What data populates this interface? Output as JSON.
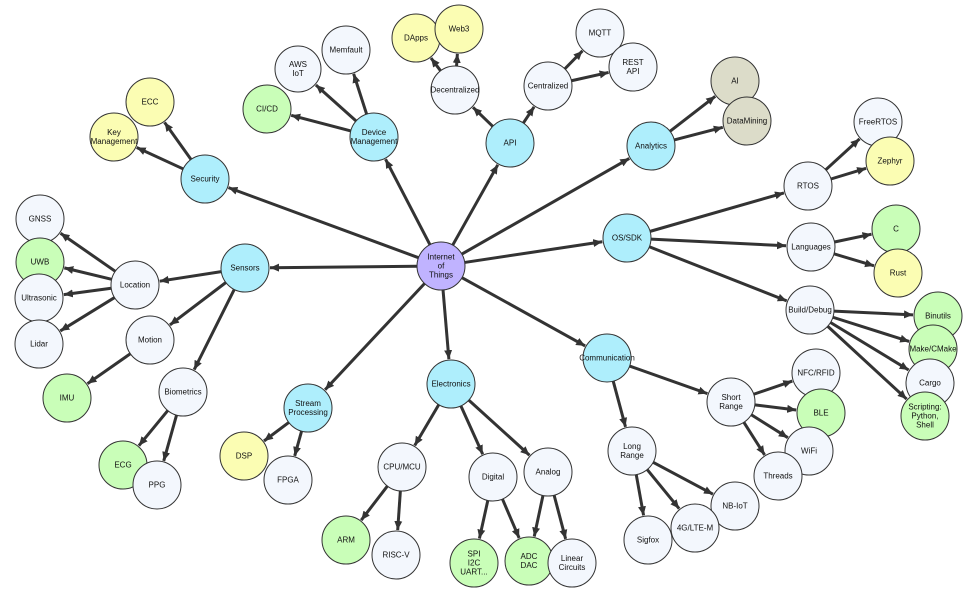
{
  "colors": {
    "root": "#c0b3ff",
    "hub": "#aeeefc",
    "plain": "#f3f7fd",
    "green": "#c9feb8",
    "yellow": "#fbfdb3",
    "gray": "#dcdcc9",
    "edge": "#333333"
  },
  "nodes": [
    {
      "id": "iot",
      "lines": [
        "Internet",
        "of",
        "Things"
      ],
      "color": "root"
    },
    {
      "id": "security",
      "lines": [
        "Security"
      ],
      "color": "hub"
    },
    {
      "id": "ecc",
      "lines": [
        "ECC"
      ],
      "color": "yellow"
    },
    {
      "id": "keymgmt",
      "lines": [
        "Key",
        "Management"
      ],
      "color": "yellow"
    },
    {
      "id": "devmgmt",
      "lines": [
        "Device",
        "Management"
      ],
      "color": "hub"
    },
    {
      "id": "awsiot",
      "lines": [
        "AWS",
        "IoT"
      ],
      "color": "plain"
    },
    {
      "id": "memfault",
      "lines": [
        "Memfault"
      ],
      "color": "plain"
    },
    {
      "id": "cicd",
      "lines": [
        "CI/CD"
      ],
      "color": "green"
    },
    {
      "id": "api",
      "lines": [
        "API"
      ],
      "color": "hub"
    },
    {
      "id": "decentralized",
      "lines": [
        "Decentralized"
      ],
      "color": "plain"
    },
    {
      "id": "dapps",
      "lines": [
        "DApps"
      ],
      "color": "yellow"
    },
    {
      "id": "web3",
      "lines": [
        "Web3"
      ],
      "color": "yellow"
    },
    {
      "id": "centralized",
      "lines": [
        "Centralized"
      ],
      "color": "plain"
    },
    {
      "id": "mqtt",
      "lines": [
        "MQTT"
      ],
      "color": "plain"
    },
    {
      "id": "rest",
      "lines": [
        "REST",
        "API"
      ],
      "color": "plain"
    },
    {
      "id": "analytics",
      "lines": [
        "Analytics"
      ],
      "color": "hub"
    },
    {
      "id": "ai",
      "lines": [
        "AI"
      ],
      "color": "gray"
    },
    {
      "id": "datamining",
      "lines": [
        "DataMining"
      ],
      "color": "gray"
    },
    {
      "id": "ossdk",
      "lines": [
        "OS/SDK"
      ],
      "color": "hub"
    },
    {
      "id": "rtos",
      "lines": [
        "RTOS"
      ],
      "color": "plain"
    },
    {
      "id": "freertos",
      "lines": [
        "FreeRTOS"
      ],
      "color": "plain"
    },
    {
      "id": "zephyr",
      "lines": [
        "Zephyr"
      ],
      "color": "yellow"
    },
    {
      "id": "languages",
      "lines": [
        "Languages"
      ],
      "color": "plain"
    },
    {
      "id": "c",
      "lines": [
        "C"
      ],
      "color": "green"
    },
    {
      "id": "rust",
      "lines": [
        "Rust"
      ],
      "color": "yellow"
    },
    {
      "id": "builddebug",
      "lines": [
        "Build/Debug"
      ],
      "color": "plain"
    },
    {
      "id": "binutils",
      "lines": [
        "Binutils"
      ],
      "color": "green"
    },
    {
      "id": "makecmake",
      "lines": [
        "Make/CMake"
      ],
      "color": "green"
    },
    {
      "id": "cargo",
      "lines": [
        "Cargo"
      ],
      "color": "plain"
    },
    {
      "id": "scripting",
      "lines": [
        "Scripting:",
        "Python,",
        "Shell"
      ],
      "color": "green"
    },
    {
      "id": "communication",
      "lines": [
        "Communication"
      ],
      "color": "hub"
    },
    {
      "id": "shortrange",
      "lines": [
        "Short",
        "Range"
      ],
      "color": "plain"
    },
    {
      "id": "nfcrfid",
      "lines": [
        "NFC/RFID"
      ],
      "color": "plain"
    },
    {
      "id": "ble",
      "lines": [
        "BLE"
      ],
      "color": "green"
    },
    {
      "id": "wifi",
      "lines": [
        "WiFi"
      ],
      "color": "plain"
    },
    {
      "id": "threads",
      "lines": [
        "Threads"
      ],
      "color": "plain"
    },
    {
      "id": "longrange",
      "lines": [
        "Long",
        "Range"
      ],
      "color": "plain"
    },
    {
      "id": "nbiot",
      "lines": [
        "NB-IoT"
      ],
      "color": "plain"
    },
    {
      "id": "lte",
      "lines": [
        "4G/LTE-M"
      ],
      "color": "plain"
    },
    {
      "id": "sigfox",
      "lines": [
        "Sigfox"
      ],
      "color": "plain"
    },
    {
      "id": "electronics",
      "lines": [
        "Electronics"
      ],
      "color": "hub"
    },
    {
      "id": "cpumcu",
      "lines": [
        "CPU/MCU"
      ],
      "color": "plain"
    },
    {
      "id": "arm",
      "lines": [
        "ARM"
      ],
      "color": "green"
    },
    {
      "id": "riscv",
      "lines": [
        "RISC-V"
      ],
      "color": "plain"
    },
    {
      "id": "digital",
      "lines": [
        "Digital"
      ],
      "color": "plain"
    },
    {
      "id": "spi",
      "lines": [
        "SPI",
        "I2C",
        "UART..."
      ],
      "color": "green"
    },
    {
      "id": "analog",
      "lines": [
        "Analog"
      ],
      "color": "plain"
    },
    {
      "id": "adcdac",
      "lines": [
        "ADC",
        "DAC"
      ],
      "color": "green"
    },
    {
      "id": "linear",
      "lines": [
        "Linear",
        "Circuits"
      ],
      "color": "plain"
    },
    {
      "id": "streamproc",
      "lines": [
        "Stream",
        "Processing"
      ],
      "color": "hub"
    },
    {
      "id": "dsp",
      "lines": [
        "DSP"
      ],
      "color": "yellow"
    },
    {
      "id": "fpga",
      "lines": [
        "FPGA"
      ],
      "color": "plain"
    },
    {
      "id": "sensors",
      "lines": [
        "Sensors"
      ],
      "color": "hub"
    },
    {
      "id": "location",
      "lines": [
        "Location"
      ],
      "color": "plain"
    },
    {
      "id": "gnss",
      "lines": [
        "GNSS"
      ],
      "color": "plain"
    },
    {
      "id": "uwb",
      "lines": [
        "UWB"
      ],
      "color": "green"
    },
    {
      "id": "ultrasonic",
      "lines": [
        "Ultrasonic"
      ],
      "color": "plain"
    },
    {
      "id": "lidar",
      "lines": [
        "Lidar"
      ],
      "color": "plain"
    },
    {
      "id": "motion",
      "lines": [
        "Motion"
      ],
      "color": "plain"
    },
    {
      "id": "imu",
      "lines": [
        "IMU"
      ],
      "color": "green"
    },
    {
      "id": "biometrics",
      "lines": [
        "Biometrics"
      ],
      "color": "plain"
    },
    {
      "id": "ecg",
      "lines": [
        "ECG"
      ],
      "color": "green"
    },
    {
      "id": "ppg",
      "lines": [
        "PPG"
      ],
      "color": "plain"
    }
  ],
  "edges": [
    [
      "iot",
      "security"
    ],
    [
      "iot",
      "devmgmt"
    ],
    [
      "iot",
      "api"
    ],
    [
      "iot",
      "analytics"
    ],
    [
      "iot",
      "ossdk"
    ],
    [
      "iot",
      "communication"
    ],
    [
      "iot",
      "electronics"
    ],
    [
      "iot",
      "streamproc"
    ],
    [
      "iot",
      "sensors"
    ],
    [
      "security",
      "ecc"
    ],
    [
      "security",
      "keymgmt"
    ],
    [
      "devmgmt",
      "awsiot"
    ],
    [
      "devmgmt",
      "memfault"
    ],
    [
      "devmgmt",
      "cicd"
    ],
    [
      "api",
      "decentralized"
    ],
    [
      "api",
      "centralized"
    ],
    [
      "decentralized",
      "dapps"
    ],
    [
      "decentralized",
      "web3"
    ],
    [
      "centralized",
      "mqtt"
    ],
    [
      "centralized",
      "rest"
    ],
    [
      "analytics",
      "ai"
    ],
    [
      "analytics",
      "datamining"
    ],
    [
      "ossdk",
      "rtos"
    ],
    [
      "ossdk",
      "languages"
    ],
    [
      "ossdk",
      "builddebug"
    ],
    [
      "rtos",
      "freertos"
    ],
    [
      "rtos",
      "zephyr"
    ],
    [
      "languages",
      "c"
    ],
    [
      "languages",
      "rust"
    ],
    [
      "builddebug",
      "binutils"
    ],
    [
      "builddebug",
      "makecmake"
    ],
    [
      "builddebug",
      "cargo"
    ],
    [
      "builddebug",
      "scripting"
    ],
    [
      "communication",
      "shortrange"
    ],
    [
      "communication",
      "longrange"
    ],
    [
      "shortrange",
      "nfcrfid"
    ],
    [
      "shortrange",
      "ble"
    ],
    [
      "shortrange",
      "wifi"
    ],
    [
      "shortrange",
      "threads"
    ],
    [
      "longrange",
      "nbiot"
    ],
    [
      "longrange",
      "lte"
    ],
    [
      "longrange",
      "sigfox"
    ],
    [
      "electronics",
      "cpumcu"
    ],
    [
      "electronics",
      "digital"
    ],
    [
      "electronics",
      "analog"
    ],
    [
      "cpumcu",
      "arm"
    ],
    [
      "cpumcu",
      "riscv"
    ],
    [
      "digital",
      "spi"
    ],
    [
      "digital",
      "adcdac"
    ],
    [
      "analog",
      "adcdac"
    ],
    [
      "analog",
      "linear"
    ],
    [
      "streamproc",
      "dsp"
    ],
    [
      "streamproc",
      "fpga"
    ],
    [
      "sensors",
      "location"
    ],
    [
      "sensors",
      "motion"
    ],
    [
      "sensors",
      "biometrics"
    ],
    [
      "location",
      "gnss"
    ],
    [
      "location",
      "uwb"
    ],
    [
      "location",
      "ultrasonic"
    ],
    [
      "location",
      "lidar"
    ],
    [
      "motion",
      "imu"
    ],
    [
      "biometrics",
      "ecg"
    ],
    [
      "biometrics",
      "ppg"
    ]
  ]
}
